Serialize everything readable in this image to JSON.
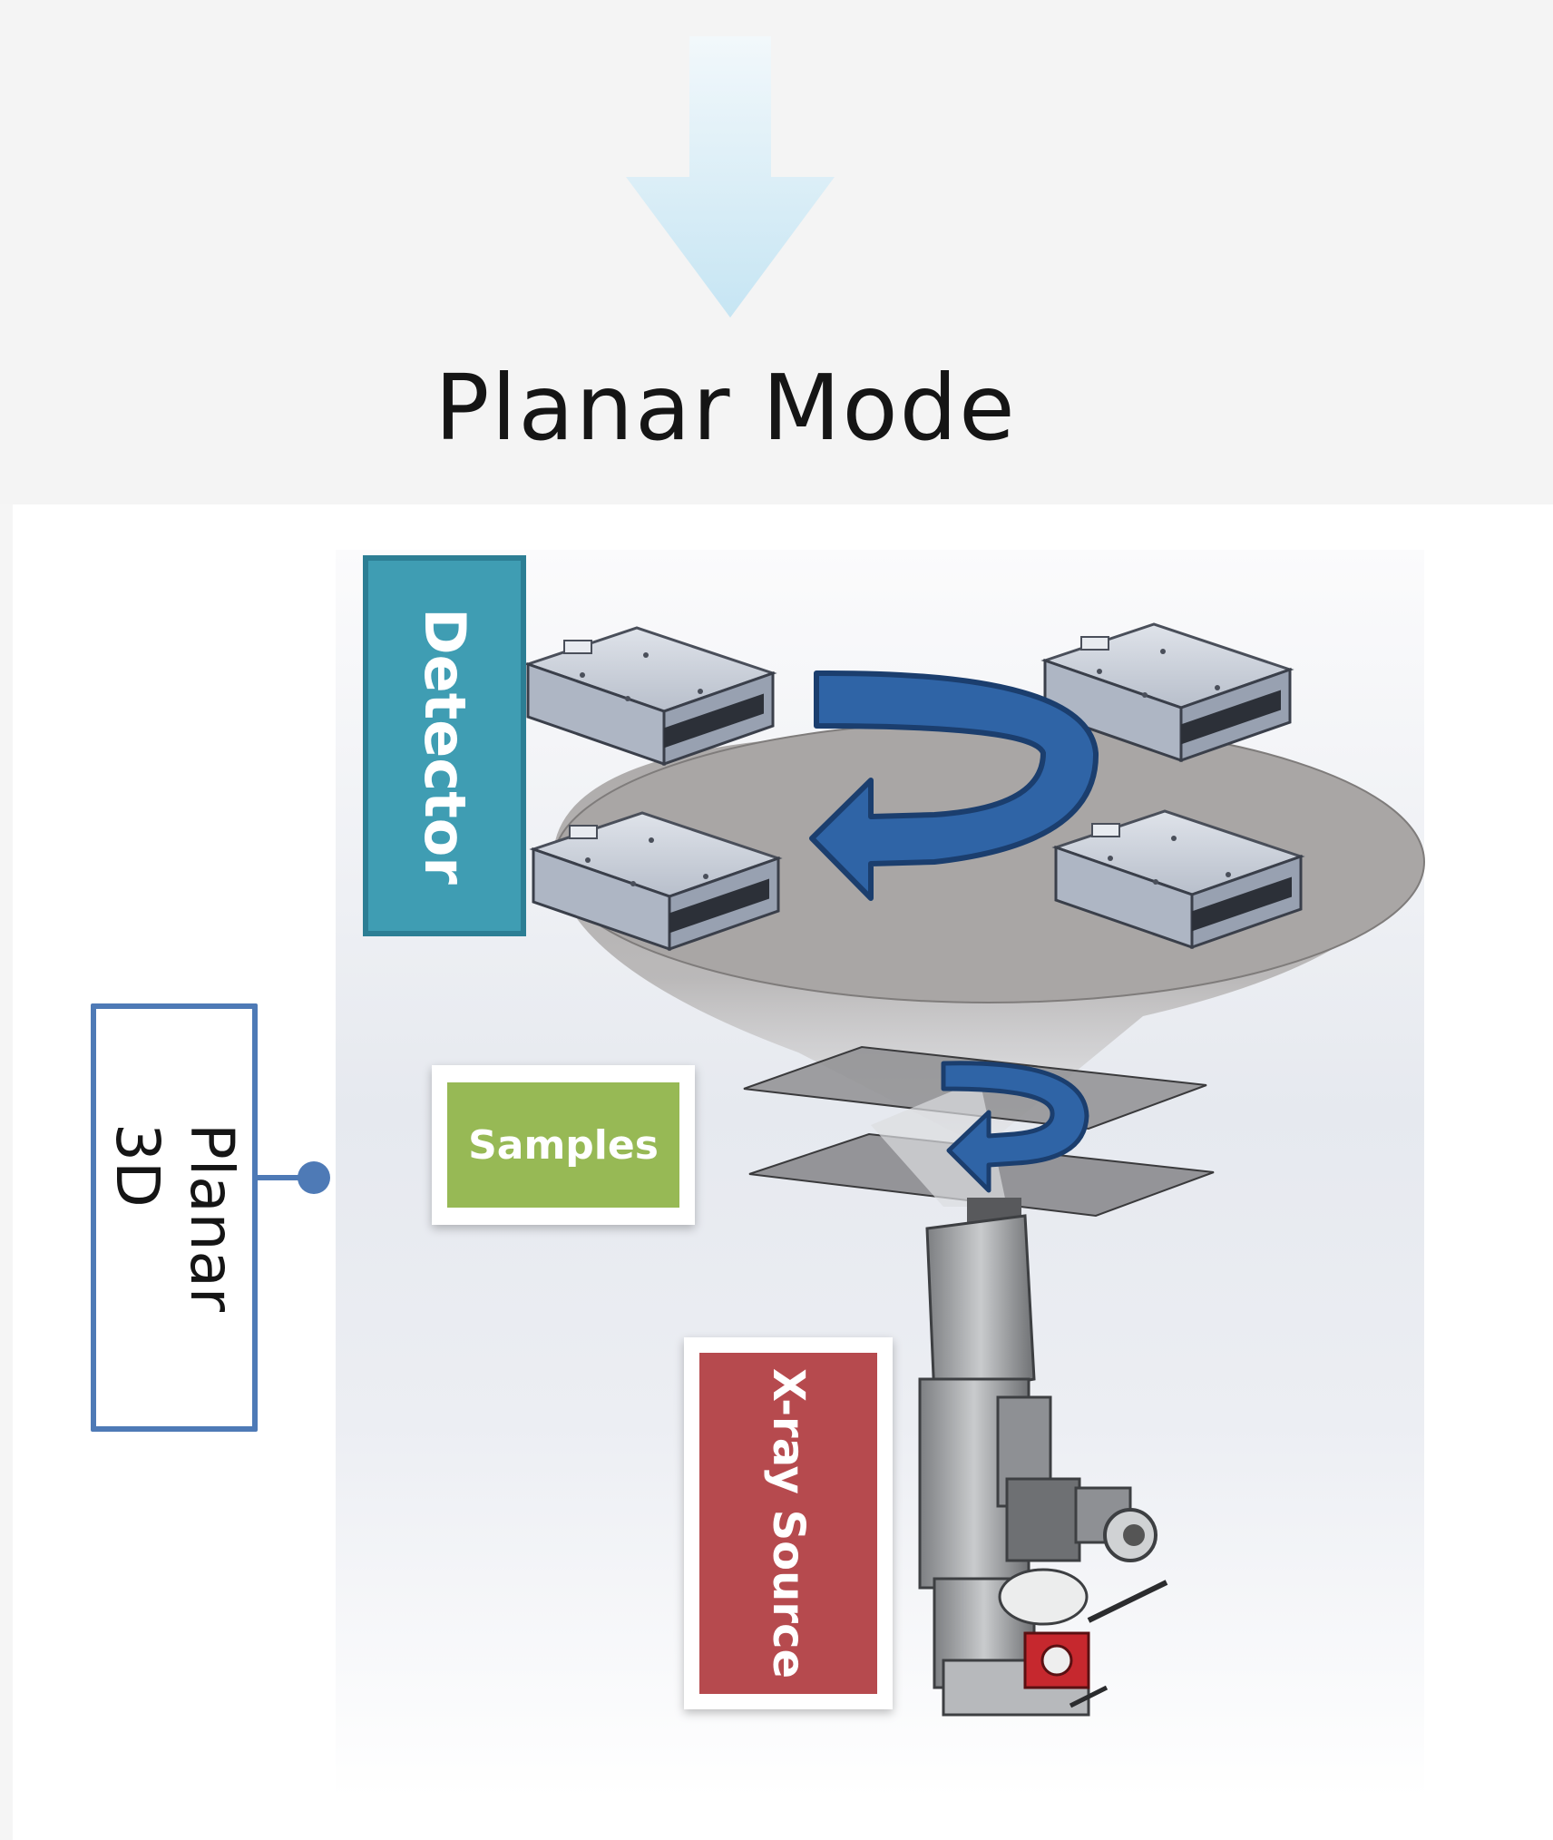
{
  "title": "Planar Mode",
  "labels": {
    "detector": "Detector",
    "samples": "Samples",
    "xray_source": "X-ray Source"
  },
  "mode_box": {
    "line1": "Planar",
    "line2": "3D"
  },
  "colors": {
    "arrow_light_blue": "#cde8f4",
    "detector_teal": "#3f9db3",
    "samples_green": "#97b955",
    "xray_red": "#b64a4e",
    "mode_border_blue": "#4e7ab6",
    "rotation_arrow_blue": "#2f64a6",
    "cone_gray": "#a8a5a4"
  },
  "icons": [
    "down-arrow-icon",
    "rotation-arrow-icon"
  ]
}
